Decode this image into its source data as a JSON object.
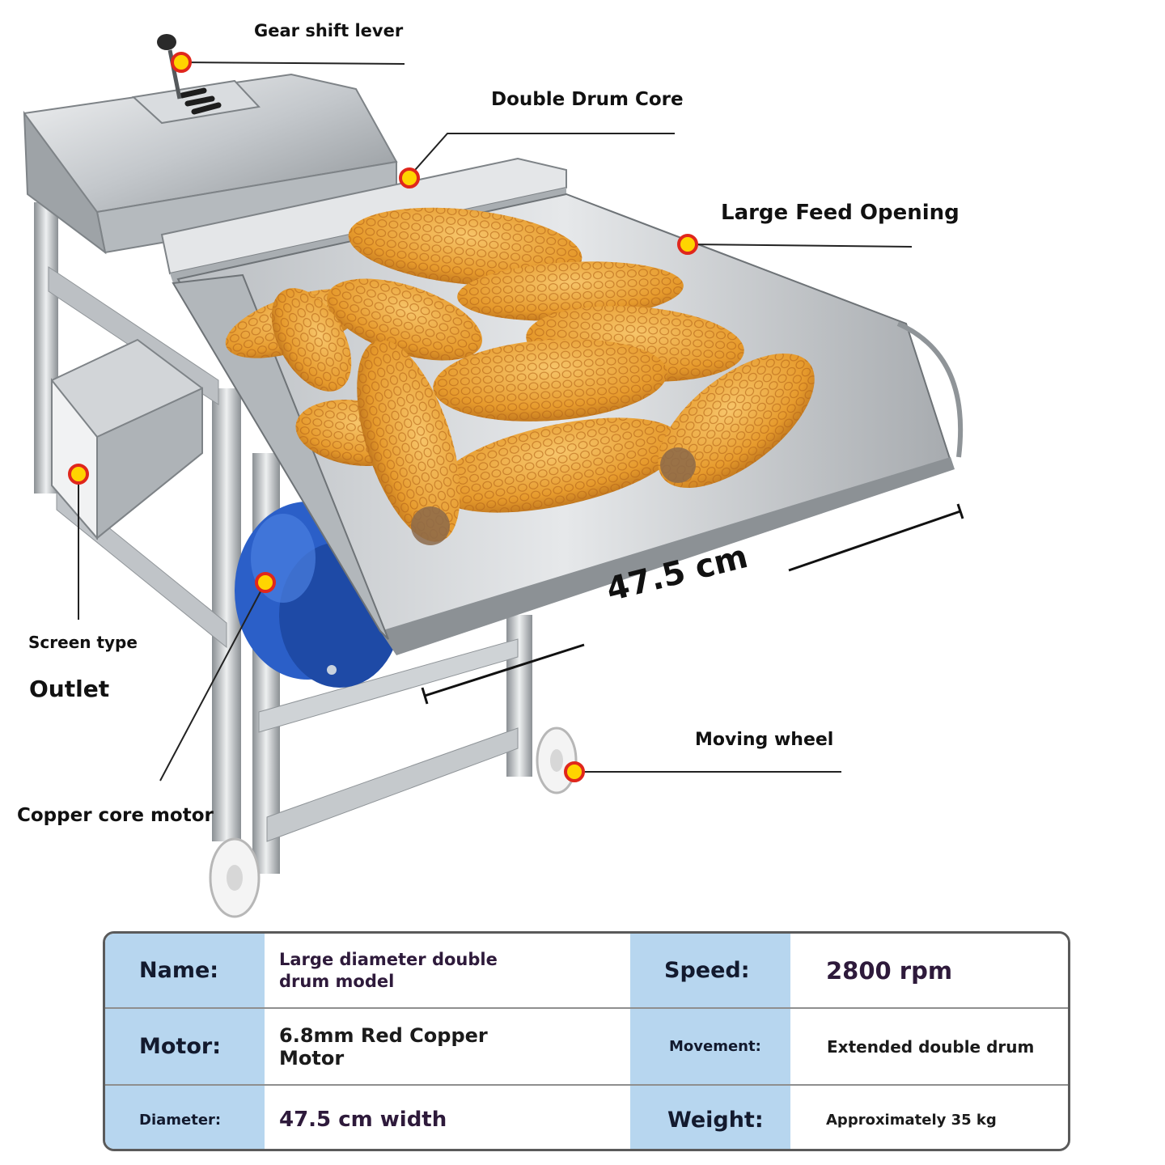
{
  "callouts": {
    "gear_shift": "Gear shift lever",
    "double_drum": "Double Drum Core",
    "feed_opening": "Large Feed Opening",
    "screen_type": "Screen type",
    "outlet": "Outlet",
    "copper_motor": "Copper core motor",
    "moving_wheel": "Moving wheel"
  },
  "dimension": "47.5 cm",
  "colors": {
    "steel": "#c9cdd1",
    "corn": "#e9a23b",
    "motor": "#2b5fc8",
    "marker": "#ffd400",
    "marker_ring": "#e0271c",
    "label_bg": "#b7d6ef"
  },
  "specs": [
    {
      "label": "Name:",
      "value_lines": [
        "Large diameter double",
        "drum model"
      ]
    },
    {
      "label": "Speed:",
      "value_lines": [
        "2800 rpm"
      ]
    },
    {
      "label": "Motor:",
      "value_lines": [
        "6.8mm Red Copper",
        "Motor"
      ]
    },
    {
      "label": "Movement:",
      "value_lines": [
        "Extended double drum"
      ]
    },
    {
      "label": "Diameter:",
      "value_lines": [
        "47.5 cm width"
      ]
    },
    {
      "label": "Weight:",
      "value_lines": [
        "Approximately 35 kg"
      ]
    }
  ]
}
